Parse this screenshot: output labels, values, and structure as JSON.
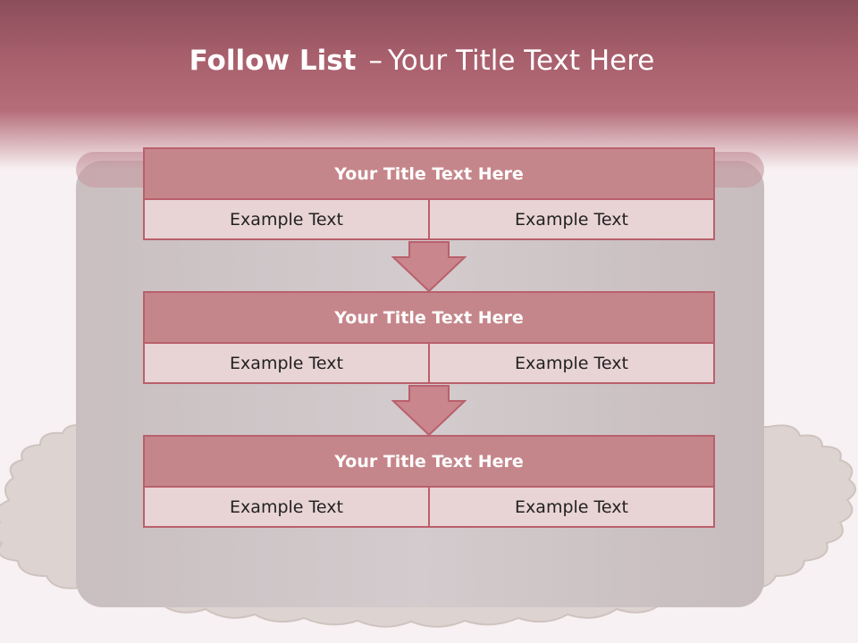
{
  "slide": {
    "title_bold": "Follow List",
    "title_separator": "–",
    "title_rest": "Your Title Text Here"
  },
  "blocks": [
    {
      "title": "Your Title Text Here",
      "left": "Example Text",
      "right": "Example Text"
    },
    {
      "title": "Your Title Text Here",
      "left": "Example Text",
      "right": "Example Text"
    },
    {
      "title": "Your Title Text Here",
      "left": "Example Text",
      "right": "Example Text"
    }
  ],
  "colors": {
    "header": "#a9606d",
    "title_fill": "#c5868b",
    "cell_fill": "#e8d3d5",
    "border": "#b9606c",
    "arrow_fill": "#c9868c"
  }
}
